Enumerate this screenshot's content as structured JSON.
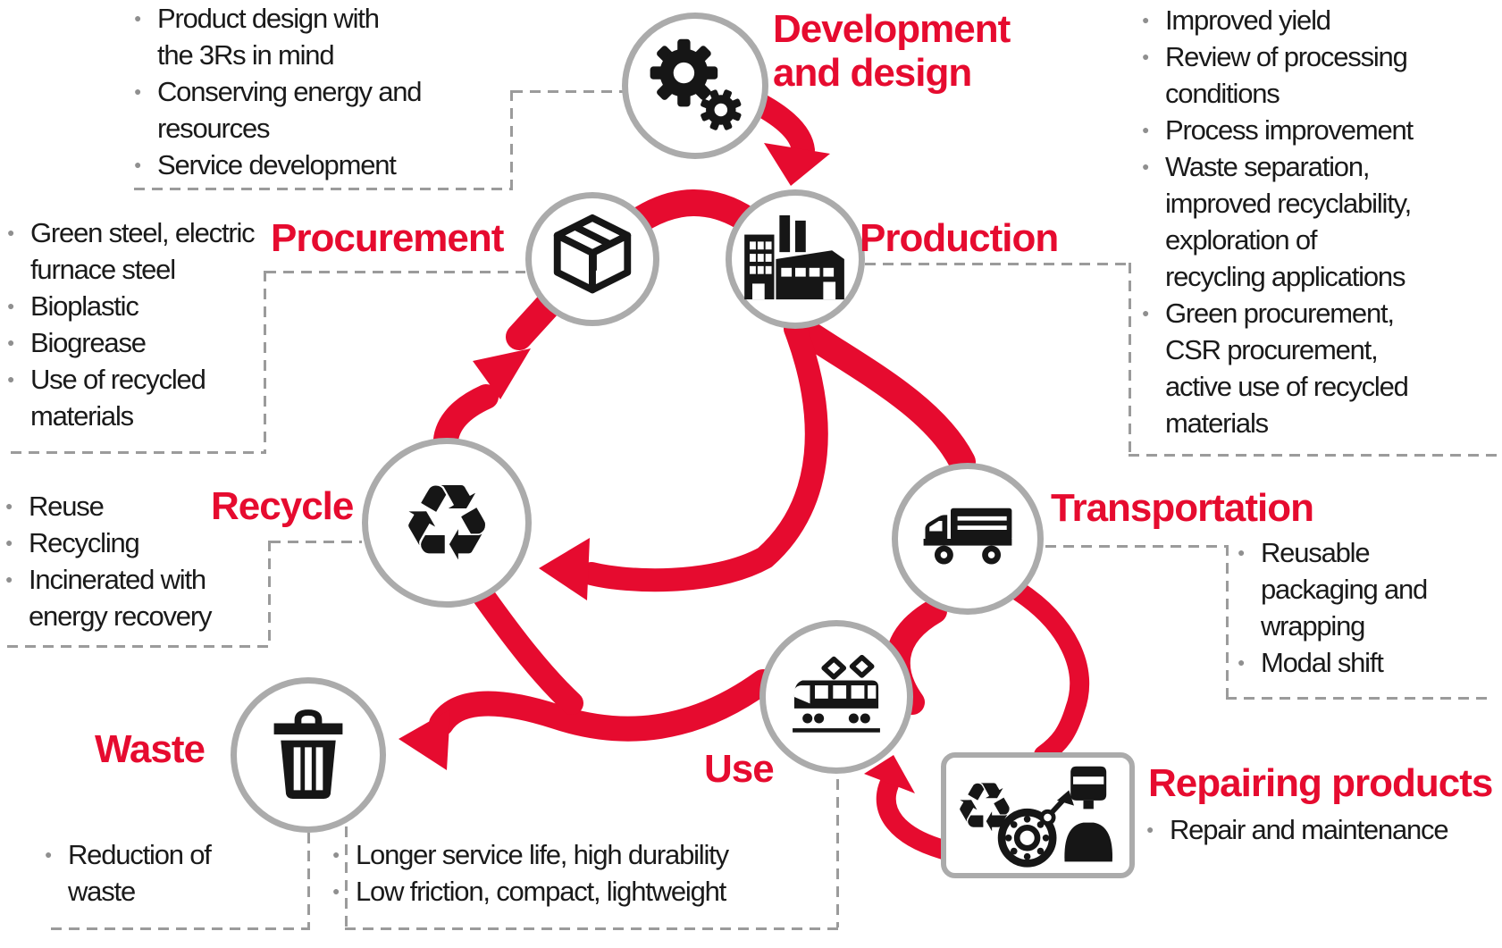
{
  "colors": {
    "accent_red": "#e60b2f",
    "text_black": "#1a1a1a",
    "circle_border": "#ababab",
    "dashed_line": "#9b9b9b",
    "bullet_gray": "#8f8f8f"
  },
  "glyphs": {
    "bullet": "●",
    "recycle": "♻"
  },
  "diagram": {
    "development": {
      "label": "Development\nand design",
      "notes": [
        "Product design with\nthe 3Rs in mind",
        "Conserving energy and\nresources",
        "Service development"
      ]
    },
    "procurement": {
      "label": "Procurement",
      "notes": [
        "Green steel, electric\nfurnace steel",
        "Bioplastic",
        "Biogrease",
        "Use of recycled\nmaterials"
      ]
    },
    "production": {
      "label": "Production",
      "notes": [
        "Improved yield",
        "Review of processing\nconditions",
        "Process improvement",
        "Waste separation,\nimproved recyclability,\nexploration of\nrecycling applications",
        "Green procurement,\nCSR procurement,\nactive use of recycled\nmaterials"
      ]
    },
    "transportation": {
      "label": "Transportation",
      "notes": [
        "Reusable\npackaging and\nwrapping",
        "Modal shift"
      ]
    },
    "use": {
      "label": "Use",
      "notes": [
        "Longer service life, high durability",
        "Low friction, compact, lightweight"
      ]
    },
    "repairing": {
      "label": "Repairing products",
      "notes": [
        "Repair and maintenance"
      ]
    },
    "recycle": {
      "label": "Recycle",
      "notes": [
        "Reuse",
        "Recycling",
        "Incinerated with\nenergy recovery"
      ]
    },
    "waste": {
      "label": "Waste",
      "notes": [
        "Reduction of\nwaste"
      ]
    }
  }
}
